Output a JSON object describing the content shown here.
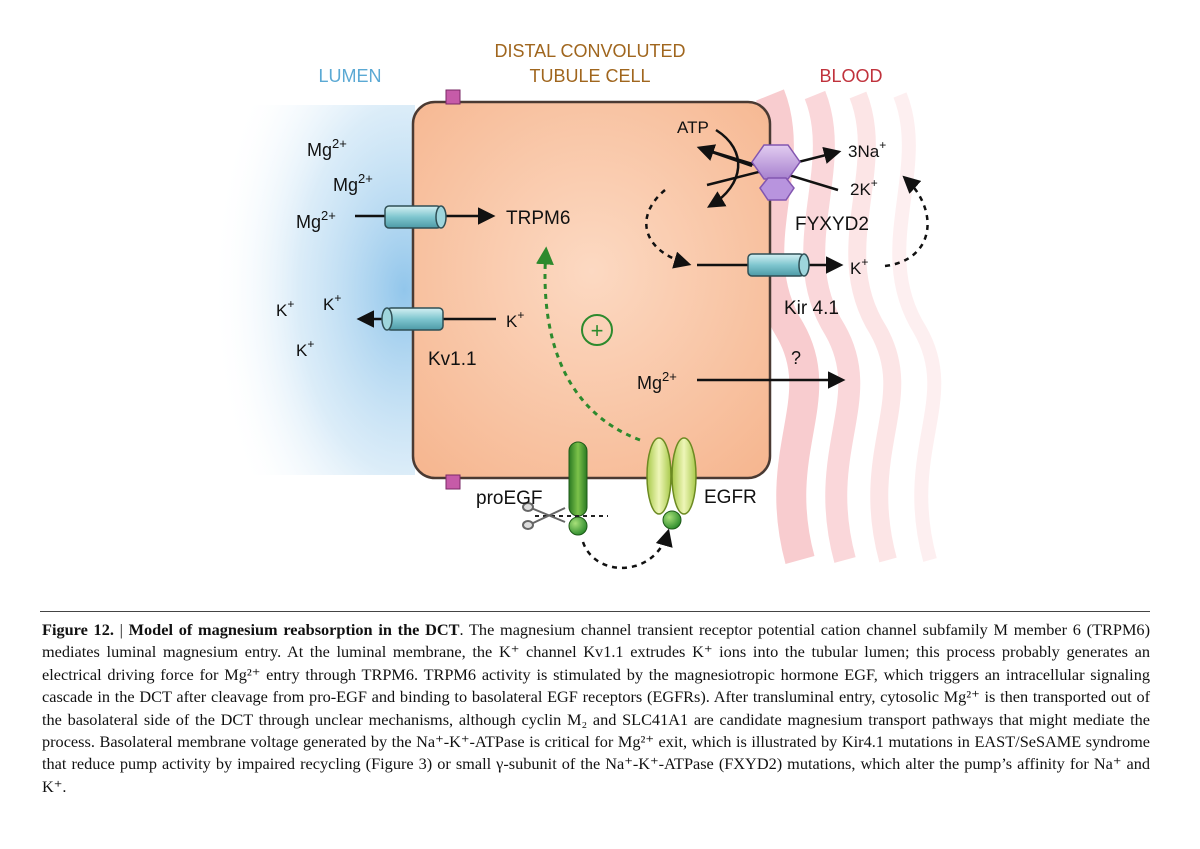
{
  "labels": {
    "lumen": "LUMEN",
    "dct_line1": "DISTAL CONVOLUTED",
    "dct_line2": "TUBULE CELL",
    "blood": "BLOOD",
    "atp": "ATP",
    "na3": "3Na",
    "na3_sup": "+",
    "k2": "2K",
    "k2_sup": "+",
    "fyxyd2": "FYXYD2",
    "mg1": "Mg",
    "mg1_sup": "2+",
    "mg2": "Mg",
    "mg2_sup": "2+",
    "mg3": "Mg",
    "mg3_sup": "2+",
    "trpm6": "TRPM6",
    "k_blood": "K",
    "k_blood_sup": "+",
    "kir41": "Kir 4.1",
    "k_lumen1": "K",
    "k_lumen1_sup": "+",
    "k_lumen2": "K",
    "k_lumen2_sup": "+",
    "k_lumen3": "K",
    "k_lumen3_sup": "+",
    "k_cell": "K",
    "k_cell_sup": "+",
    "kv11": "Kv1.1",
    "plus": "+",
    "question": "?",
    "mg_exit": "Mg",
    "mg_exit_sup": "2+",
    "proegf": "proEGF",
    "egfr": "EGFR"
  },
  "colors": {
    "lumen_label": "#5ba9d4",
    "dct_label": "#a0661e",
    "blood_label": "#c0323c",
    "cell_fill": "#f9c7a6",
    "cell_stroke": "#4a3a33",
    "channel": "#7fc6cf",
    "pump": "#c9a6e0",
    "green_dark": "#2d8a2d",
    "green_light": "#c8e07a",
    "marker": "#c65ba8"
  },
  "caption": {
    "label": "Figure 12.",
    "sep": " | ",
    "title": "Model of magnesium reabsorption in the DCT",
    "text": ". The magnesium channel transient receptor potential cation channel subfamily M member 6 (TRPM6) mediates luminal magnesium entry. At the luminal membrane, the K⁺ channel Kv1.1 extrudes K⁺ ions into the tubular lumen; this process probably generates an electrical driving force for Mg²⁺ entry through TRPM6. TRPM6 activity is stimulated by the magnesiotropic hormone EGF, which triggers an intracellular signaling cascade in the DCT after cleavage from pro-EGF and binding to basolateral EGF receptors (EGFRs). After transluminal entry, cytosolic Mg²⁺ is then transported out of the basolateral side of the DCT through unclear mechanisms, although cyclin M₂ and SLC41A1 are candidate magnesium transport pathways that might mediate the process. Basolateral membrane voltage generated by the Na⁺-K⁺-ATPase is critical for Mg²⁺ exit, which is illustrated by Kir4.1 mutations in EAST/SeSAME syndrome that reduce pump activity by impaired recycling (Figure 3) or small γ-subunit of the Na⁺-K⁺-ATPase (FXYD2) mutations, which alter the pump’s affinity for Na⁺ and K⁺."
  }
}
